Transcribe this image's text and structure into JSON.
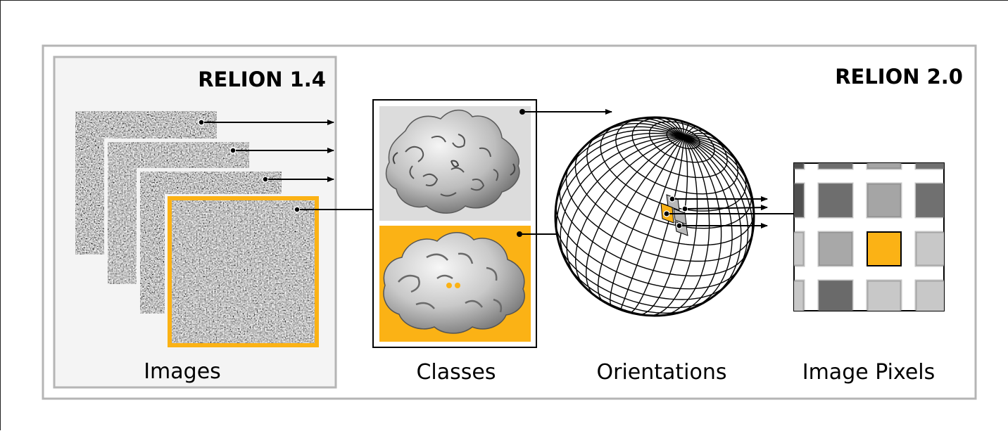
{
  "relion_old": {
    "title": "RELION 1.4"
  },
  "relion_new": {
    "title": "RELION 2.0"
  },
  "labels": {
    "images": "Images",
    "classes": "Classes",
    "orientations": "Orientations",
    "pixels": "Image Pixels"
  },
  "colors": {
    "accent": "#fbb215",
    "panel_bg": "#f4f4f4",
    "frame": "#b5b5b5",
    "class_top_bg": "#dcdcdc"
  },
  "pixel_grid": {
    "rows": 4,
    "cols": 4,
    "shades": [
      [
        "#505050",
        "#6e6e6e",
        "#a5a5a5",
        "#707070"
      ],
      [
        "#c8c8c8",
        "#a8a8a8",
        "#fbb215",
        "#c8c8c8"
      ],
      [
        "#c8c8c8",
        "#6a6a6a",
        "#c8c8c8",
        "#c8c8c8"
      ],
      [
        "#c8c8c8",
        "#c8c8c8",
        "#c8c8c8",
        "#c8c8c8"
      ]
    ]
  }
}
